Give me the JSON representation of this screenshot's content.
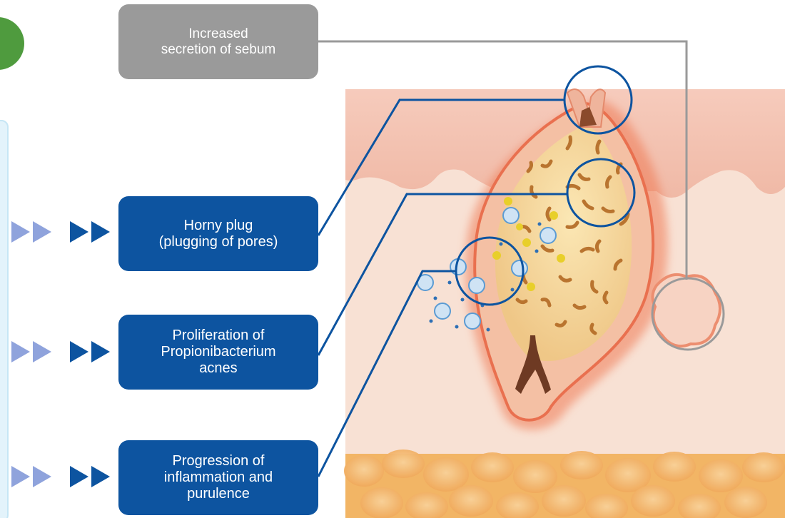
{
  "labels": {
    "sebum": "Increased\nsecretion of sebum",
    "horny_plug": "Horny plug\n(plugging of pores)",
    "proliferation": "Proliferation of\nPropionibacterium\nacnes",
    "inflammation": "Progression of\ninflammation and\npurulence"
  },
  "colors": {
    "label_blue": "#0d54a0",
    "label_gray": "#9a9a9a",
    "arrow_light": "#8fa3dc",
    "arrow_dark": "#0d54a0",
    "skin_pink": "#f3c3b5",
    "dermis": "#f7ddd0",
    "fat": "#f5b870",
    "follicle_red": "#e9704f",
    "sebum_yellow": "#f2d48a",
    "bacteria": "#b9742f"
  }
}
